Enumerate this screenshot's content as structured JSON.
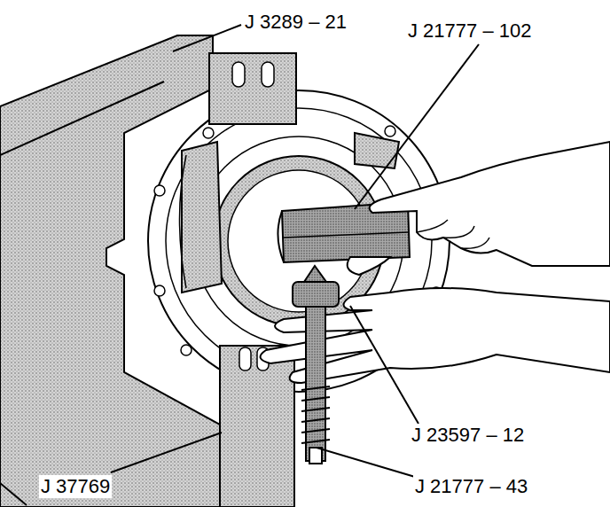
{
  "diagram": {
    "labels": [
      "J 3289 – 21",
      "J 21777 – 102",
      "J 23597 – 12",
      "J 37769",
      "J 21777 – 43"
    ]
  }
}
